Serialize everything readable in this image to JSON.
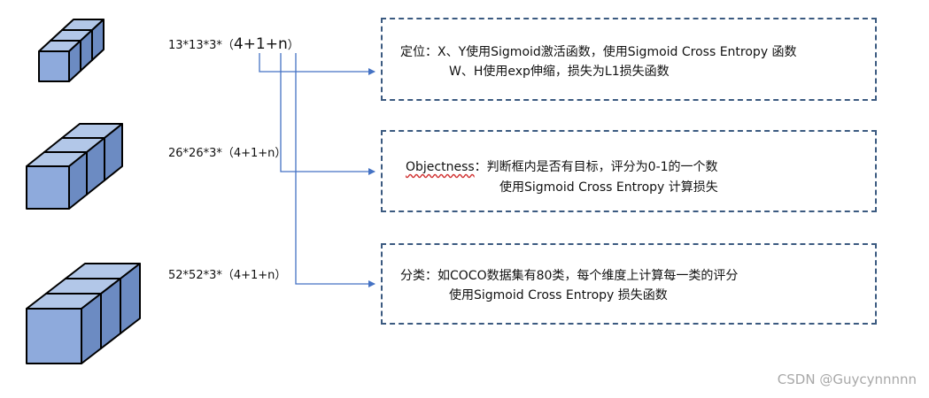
{
  "shapes": [
    {
      "label_prefix": "13*13*3*（",
      "label_emph": "4+1+n",
      "label_suffix": "）"
    },
    {
      "label": "26*26*3*（4+1+n）"
    },
    {
      "label": "52*52*3*（4+1+n）"
    }
  ],
  "boxes": [
    {
      "lines": [
        "定位：X、Y使用Sigmoid激活函数，使用Sigmoid Cross Entropy 函数",
        "W、H使用exp伸缩，损失为L1损失函数"
      ]
    },
    {
      "keyword": "Objectness",
      "lines": [
        "：判断框内是否有目标，评分为0-1的一个数",
        "使用Sigmoid Cross Entropy 计算损失"
      ]
    },
    {
      "lines": [
        "分类：如COCO数据集有80类，每个维度上计算每一类的评分",
        "使用Sigmoid Cross Entropy 损失函数"
      ]
    }
  ],
  "watermark": "CSDN @Guycynnnnn",
  "colors": {
    "cube_front": "#8eaadc",
    "cube_side": "#6c8bc2",
    "cube_top": "#b2c7e8",
    "cube_stroke": "#000000",
    "connector": "#4472c4",
    "box_border": "#3b5a80"
  }
}
